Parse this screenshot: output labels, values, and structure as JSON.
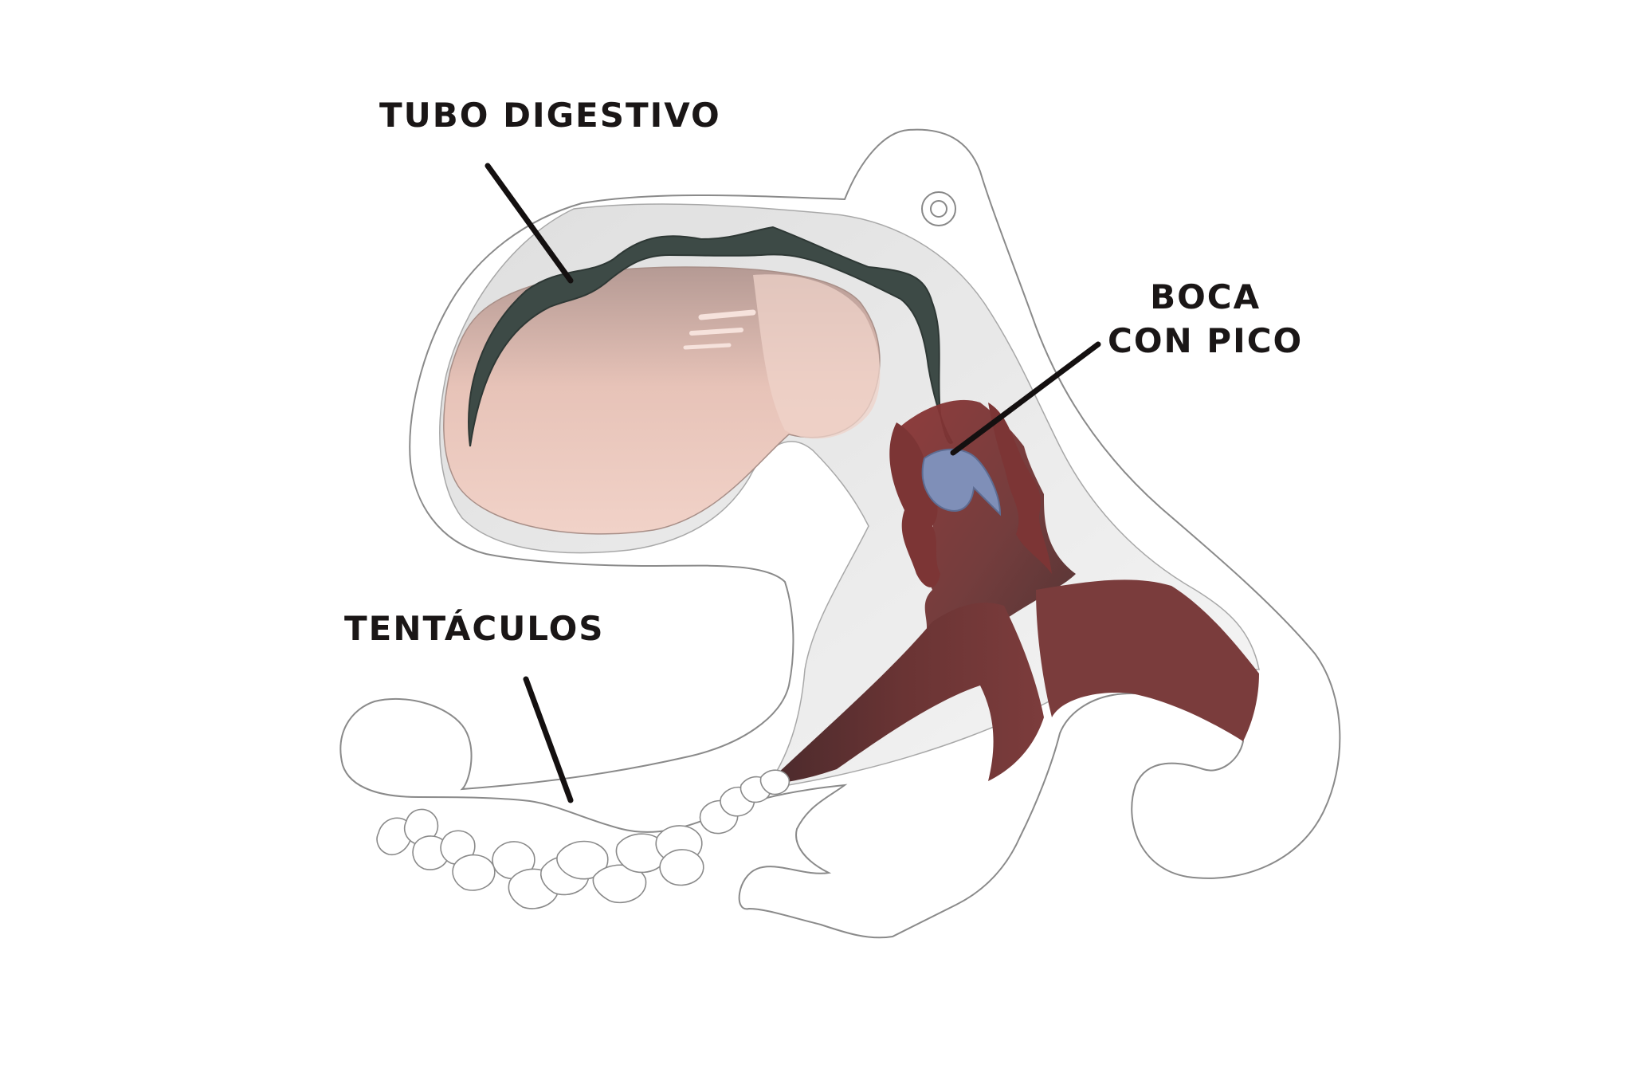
{
  "labels": {
    "digestive_tube": "TUBO DIGESTIVO",
    "mouth_line1": "BOCA",
    "mouth_line2": "CON PICO",
    "tentacles": "TENTÁCULOS"
  },
  "colors": {
    "outline": "#8a8a8a",
    "body_fill": "#e9e9e9",
    "digestive_tube": "#3d4a46",
    "stomach": "#ecc4b8",
    "muscle": "#7a3636",
    "beak": "#7f8fb8",
    "leader_line": "#141010",
    "text": "#1a1616"
  }
}
